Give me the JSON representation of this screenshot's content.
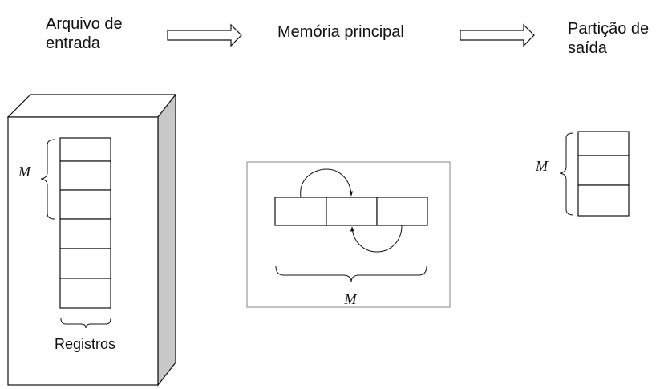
{
  "headers": {
    "input_line1": "Arquivo de",
    "input_line2": "entrada",
    "memory": "Memória principal",
    "output_line1": "Partição de",
    "output_line2": "saída"
  },
  "labels": {
    "input_m": "M",
    "registers": "Registros",
    "memory_m": "M",
    "output_m": "M"
  }
}
